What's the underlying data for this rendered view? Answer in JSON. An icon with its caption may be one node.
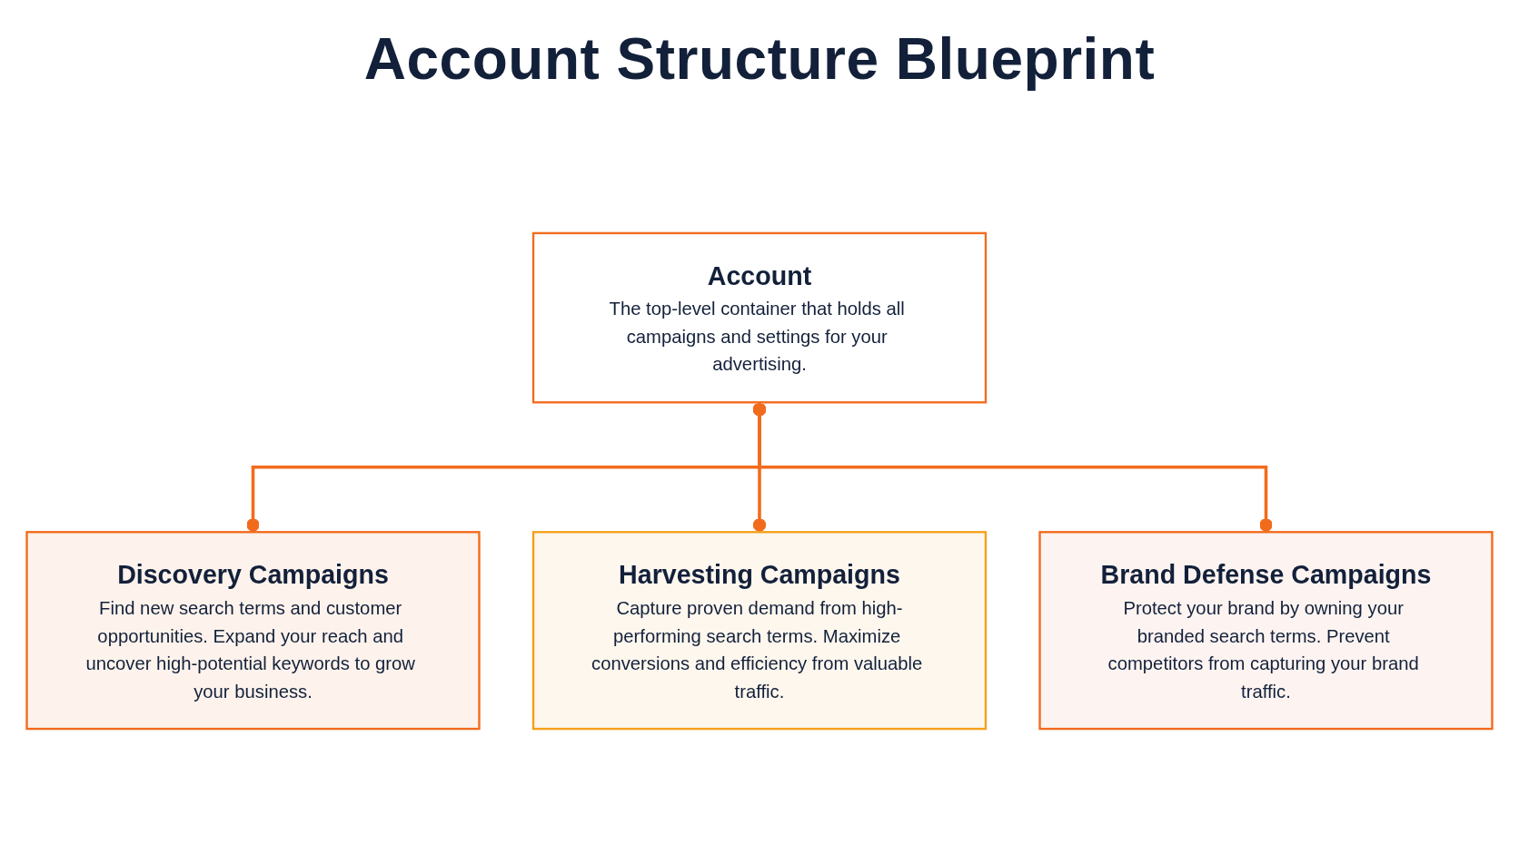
{
  "diagram": {
    "title": "Account Structure Blueprint",
    "nodes": [
      {
        "text": [
          "Account",
          "The top-level container that holds all campaigns and settings for your advertising."
        ]
      },
      {
        "text": [
          "Discovery Campaigns",
          "Find new search terms and customer opportunities. Expand your reach and uncover high-potential keywords to grow your business."
        ]
      },
      {
        "text": [
          "Harvesting Campaigns",
          "Capture proven demand from high-performing search terms. Maximize conversions and efficiency from valuable traffic."
        ]
      },
      {
        "text": [
          "Brand Defense Campaigns",
          "Protect your brand by owning your branded search terms. Prevent competitors from capturing your brand traffic."
        ]
      }
    ],
    "edges": [
      {
        "from": 0,
        "to": 1,
        "arrow": "other"
      },
      {
        "from": 0,
        "to": 2,
        "arrow": "other"
      },
      {
        "from": 0,
        "to": 3,
        "arrow": "other"
      }
    ]
  }
}
